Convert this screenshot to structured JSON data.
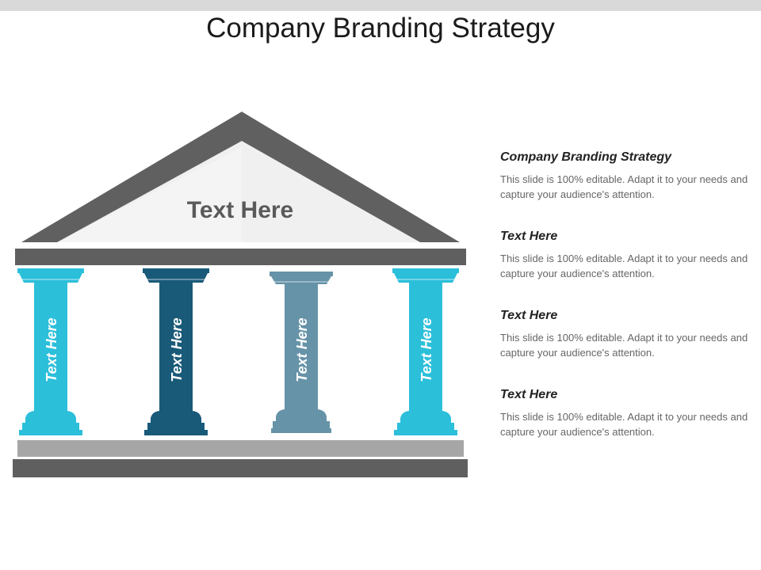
{
  "slide": {
    "title": "Company Branding Strategy"
  },
  "colors": {
    "roof": "#606060",
    "pediment": "#f0f0f0",
    "beam": "#5f5f5f",
    "base_light": "#a6a6a6",
    "base_dark": "#5f5f5f",
    "pillar_cyan": "#2bbfda",
    "pillar_navy": "#195a78",
    "pillar_steel": "#6693a8"
  },
  "temple": {
    "roof_label": "Text Here",
    "pillars": [
      {
        "label": "Text Here",
        "color": "#2bbfda"
      },
      {
        "label": "Text Here",
        "color": "#195a78"
      },
      {
        "label": "Text Here",
        "color": "#6693a8"
      },
      {
        "label": "Text Here",
        "color": "#2bbfda"
      }
    ]
  },
  "info": [
    {
      "heading": "Company Branding Strategy",
      "body": "This slide is 100% editable. Adapt it to your needs and capture your audience's attention."
    },
    {
      "heading": "Text Here",
      "body": "This slide is 100% editable. Adapt it to your needs and capture your audience's attention."
    },
    {
      "heading": "Text Here",
      "body": "This slide is 100% editable. Adapt it to your needs and capture your audience's attention."
    },
    {
      "heading": "Text Here",
      "body": "This slide is 100% editable. Adapt it to your needs and capture your audience's attention."
    }
  ]
}
